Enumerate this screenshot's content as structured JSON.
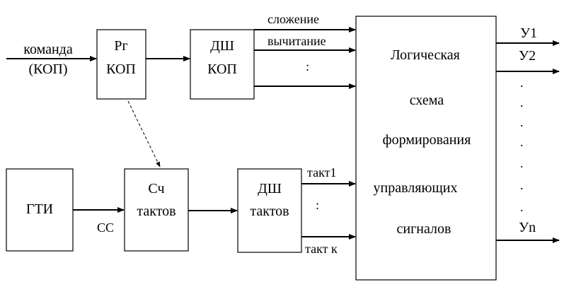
{
  "inputs": {
    "command_line1": "команда",
    "command_line2": "(КОП)"
  },
  "blocks": {
    "rg_kop": {
      "line1": "Рг",
      "line2": "КОП"
    },
    "dsh_kop": {
      "line1": "ДШ",
      "line2": "КОП"
    },
    "gti": {
      "label": "ГТИ"
    },
    "sch_taktov": {
      "line1": "Сч",
      "line2": "тактов"
    },
    "dsh_taktov": {
      "line1": "ДШ",
      "line2": "тактов"
    },
    "logic": {
      "line1": "Логическая",
      "line2": "схема",
      "line3": "формирования",
      "line4": "управляющих",
      "line5": "сигналов"
    }
  },
  "signals": {
    "addition": "сложение",
    "subtraction": "вычитание",
    "kop_more": ":",
    "cc": "СС",
    "takt1": "такт1",
    "takt_more": ":",
    "takt_k": "такт к"
  },
  "outputs": {
    "y1": "У1",
    "y2": "У2",
    "dots": ".",
    "yn": "Уn"
  }
}
